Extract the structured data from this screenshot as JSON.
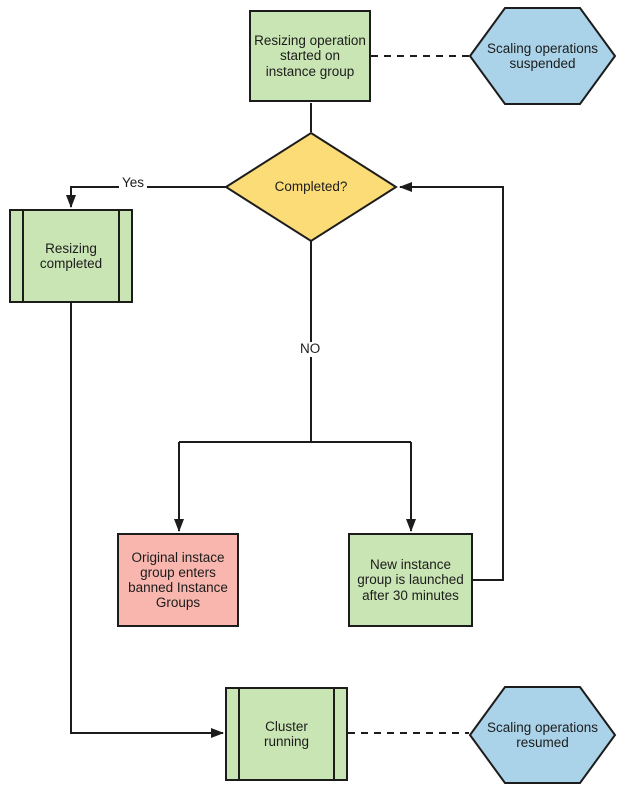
{
  "diagram": {
    "nodes": {
      "start": {
        "label": "Resizing operation started on instance group",
        "shape": "process"
      },
      "suspended": {
        "label": "Scaling operations suspended",
        "shape": "hexagon"
      },
      "decision": {
        "label": "Completed?",
        "shape": "decision"
      },
      "resizing_completed": {
        "label": "Resizing completed",
        "shape": "predefined-process"
      },
      "banned_group": {
        "label": "Original instace group enters banned Instance Groups",
        "shape": "process"
      },
      "new_group": {
        "label": "New instance group is launched after 30 minutes",
        "shape": "process"
      },
      "cluster_running": {
        "label": "Cluster running",
        "shape": "predefined-process"
      },
      "resumed": {
        "label": "Scaling operations resumed",
        "shape": "hexagon"
      }
    },
    "edge_labels": {
      "yes": "Yes",
      "no": "NO"
    },
    "colors": {
      "process_green": "#c9e5b4",
      "decision_yellow": "#fcdc77",
      "terminal_blue": "#aad3e9",
      "warning_red": "#f8b6ae",
      "stroke": "#1c1c1c"
    }
  }
}
